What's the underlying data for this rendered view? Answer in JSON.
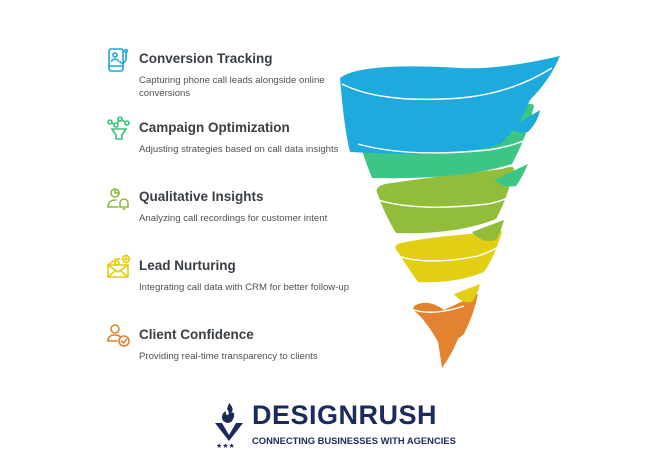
{
  "items": [
    {
      "title": "Conversion Tracking",
      "description": "Capturing phone call leads alongside online conversions",
      "icon": "phone-tracking-icon",
      "color": "#1ca7d8"
    },
    {
      "title": "Campaign Optimization",
      "description": "Adjusting strategies based on call data insights",
      "icon": "funnel-network-icon",
      "color": "#39c27f"
    },
    {
      "title": "Qualitative Insights",
      "description": "Analyzing call recordings for customer intent",
      "icon": "user-bell-icon",
      "color": "#8dbb3c"
    },
    {
      "title": "Lead Nurturing",
      "description": "Integrating call data with CRM for better follow-up",
      "icon": "envelope-user-icon",
      "color": "#e0cc12"
    },
    {
      "title": "Client Confidence",
      "description": "Providing real-time transparency to clients",
      "icon": "user-check-icon",
      "color": "#e0822e"
    }
  ],
  "funnel_colors": [
    "#1eaadc",
    "#3cc585",
    "#92bd3a",
    "#e2cf14",
    "#e2842f"
  ],
  "logo": {
    "brand": "DESIGNRUSH",
    "tagline": "CONNECTING BUSINESSES WITH AGENCIES",
    "color": "#1d2b5c"
  }
}
